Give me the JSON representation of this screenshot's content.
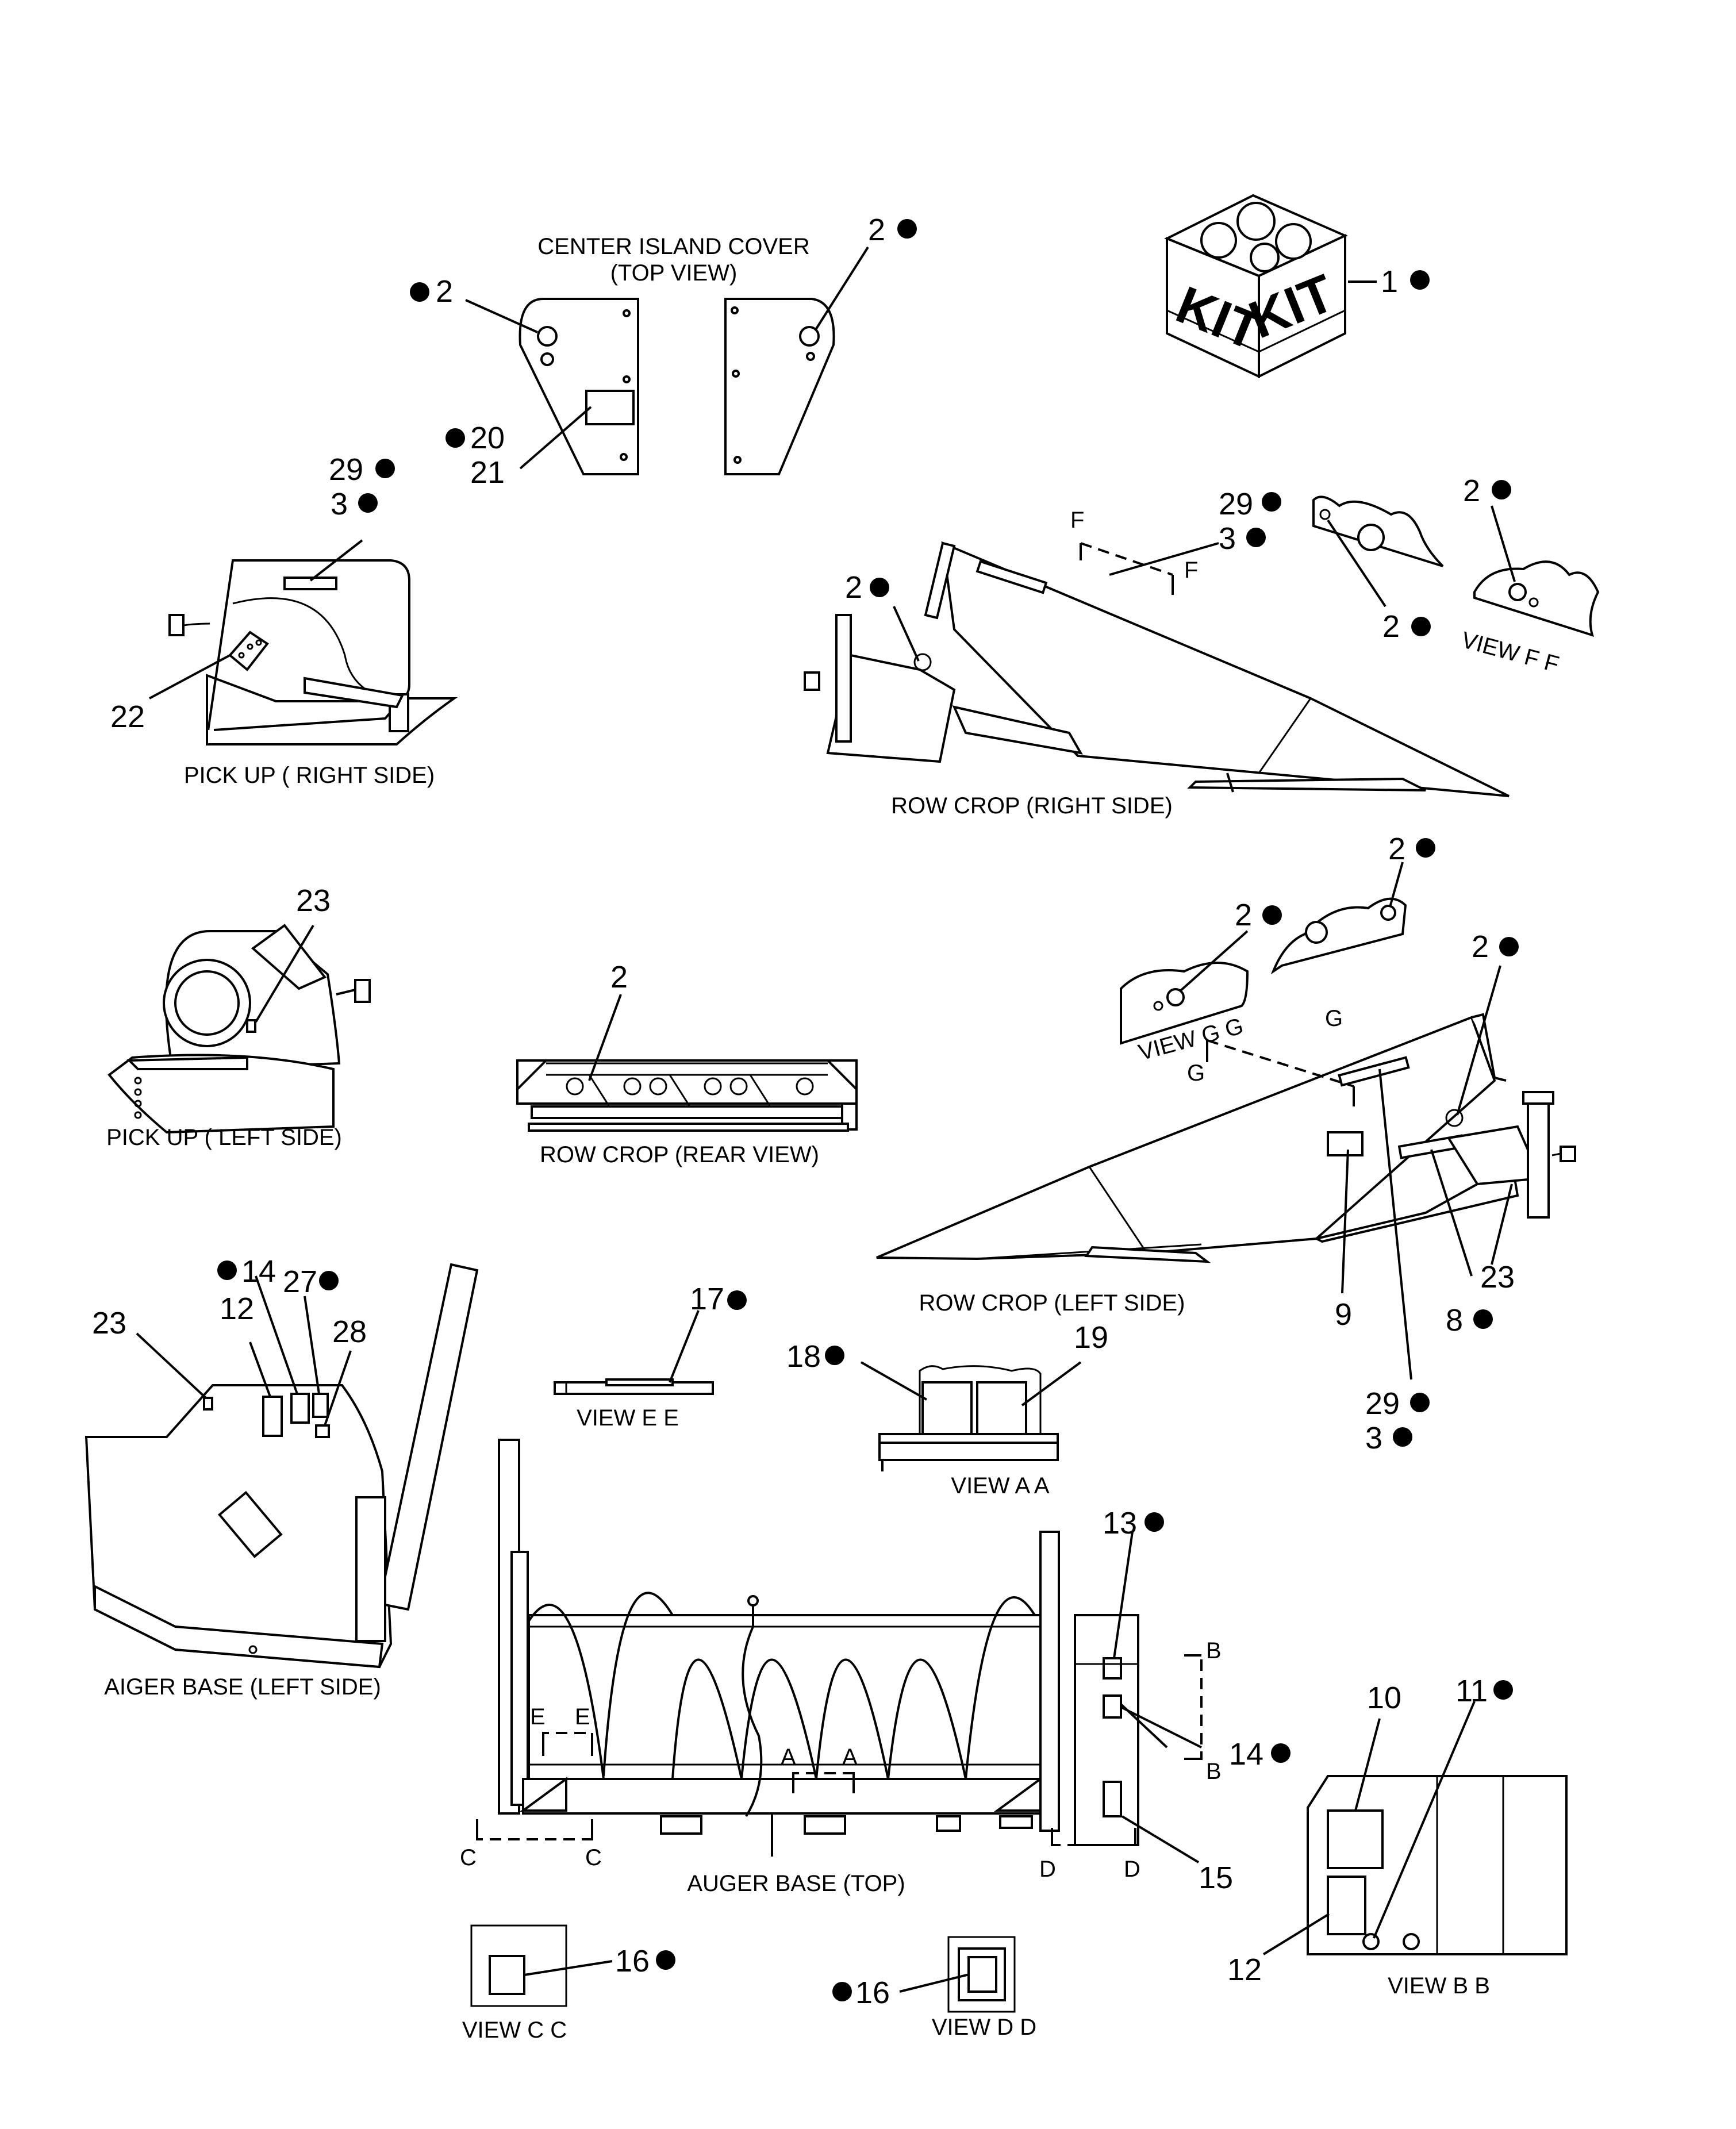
{
  "captions": {
    "center_island": "CENTER ISLAND COVER",
    "top_view": "(TOP VIEW)",
    "pickup_right": "PICK UP ( RIGHT SIDE)",
    "row_crop_right": "ROW CROP (RIGHT SIDE)",
    "pickup_left": "PICK UP ( LEFT SIDE)",
    "row_crop_rear": "ROW CROP (REAR VIEW)",
    "row_crop_left": "ROW CROP (LEFT SIDE)",
    "view_ff": "VIEW F F",
    "view_gg": "VIEW G G",
    "auger_left": "AIGER BASE (LEFT SIDE)",
    "view_ee": "VIEW E E",
    "view_aa": "VIEW A A",
    "auger_top": "AUGER BASE (TOP)",
    "view_bb": "VIEW B B",
    "view_cc": "VIEW C C",
    "view_dd": "VIEW D D"
  },
  "kit": {
    "label_left": "KIT",
    "label_right": "KIT"
  },
  "section_letters": {
    "f": "F",
    "g": "G",
    "e": "E",
    "a": "A",
    "b": "B",
    "c": "C",
    "d": "D"
  },
  "callouts": {
    "n1": "1",
    "n2": "2",
    "n3": "3",
    "n8": "8",
    "n9": "9",
    "n10": "10",
    "n11": "11",
    "n12": "12",
    "n13": "13",
    "n14": "14",
    "n15": "15",
    "n16": "16",
    "n17": "17",
    "n18": "18",
    "n19": "19",
    "n20": "20",
    "n21": "21",
    "n22": "22",
    "n23": "23",
    "n27": "27",
    "n28": "28",
    "n29": "29"
  }
}
